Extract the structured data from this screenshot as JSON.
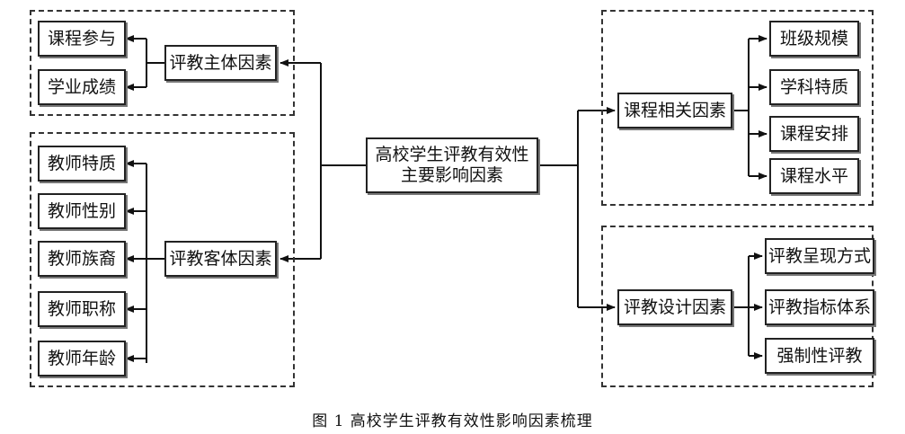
{
  "center": {
    "line1": "高校学生评教有效性",
    "line2": "主要影响因素"
  },
  "left": {
    "subject": {
      "label": "评教主体因素",
      "items": [
        "课程参与",
        "学业成绩"
      ]
    },
    "object": {
      "label": "评教客体因素",
      "items": [
        "教师特质",
        "教师性别",
        "教师族裔",
        "教师职称",
        "教师年龄"
      ]
    }
  },
  "right": {
    "course": {
      "label": "课程相关因素",
      "items": [
        "班级规模",
        "学科特质",
        "课程安排",
        "课程水平"
      ]
    },
    "design": {
      "label": "评教设计因素",
      "items": [
        "评教呈现方式",
        "评教指标体系",
        "强制性评教"
      ]
    }
  },
  "caption": "图 1  高校学生评教有效性影响因素梳理"
}
